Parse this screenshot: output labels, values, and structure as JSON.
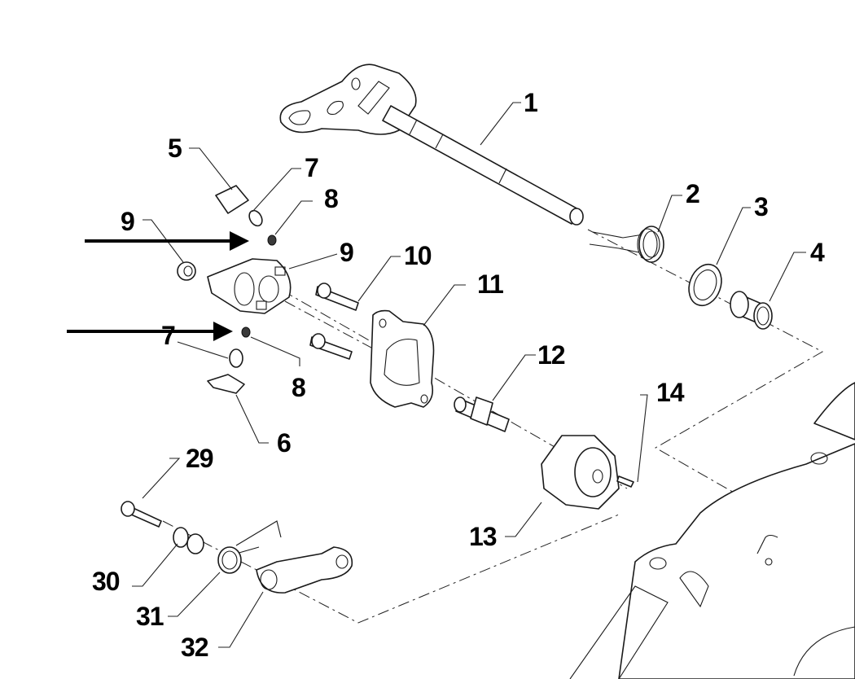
{
  "diagram": {
    "type": "exploded parts diagram",
    "colors": {
      "line": "#1a1a1a",
      "background": "#ffffff",
      "arrow": "#000000"
    },
    "callouts": [
      {
        "id": "c1",
        "label": "1",
        "part": "shift shaft with selector plate"
      },
      {
        "id": "c2",
        "label": "2",
        "part": "torsion spring"
      },
      {
        "id": "c3",
        "label": "3",
        "part": "washer"
      },
      {
        "id": "c4",
        "label": "4",
        "part": "bushing"
      },
      {
        "id": "c5",
        "label": "5",
        "part": "pad"
      },
      {
        "id": "c7a",
        "label": "7",
        "part": "pin"
      },
      {
        "id": "c8a",
        "label": "8",
        "part": "spring"
      },
      {
        "id": "c9a",
        "label": "9",
        "part": "bushing"
      },
      {
        "id": "c9b",
        "label": "9",
        "part": "selector drum cam"
      },
      {
        "id": "c10",
        "label": "10",
        "part": "socket cap screw"
      },
      {
        "id": "c11",
        "label": "11",
        "part": "retainer plate"
      },
      {
        "id": "c7b",
        "label": "7",
        "part": "pin"
      },
      {
        "id": "c8b",
        "label": "8",
        "part": "spring"
      },
      {
        "id": "c6",
        "label": "6",
        "part": "pad"
      },
      {
        "id": "c12",
        "label": "12",
        "part": "stud bolt"
      },
      {
        "id": "c13",
        "label": "13",
        "part": "star cam"
      },
      {
        "id": "c14",
        "label": "14",
        "part": "dowel pin"
      },
      {
        "id": "c29",
        "label": "29",
        "part": "socket cap screw"
      },
      {
        "id": "c30",
        "label": "30",
        "part": "spacer bushing"
      },
      {
        "id": "c31",
        "label": "31",
        "part": "torsion spring"
      },
      {
        "id": "c32",
        "label": "32",
        "part": "detent lever"
      }
    ],
    "arrows": [
      {
        "id": "arrow-upper",
        "points_to": "8"
      },
      {
        "id": "arrow-lower",
        "points_to": "8"
      }
    ]
  }
}
